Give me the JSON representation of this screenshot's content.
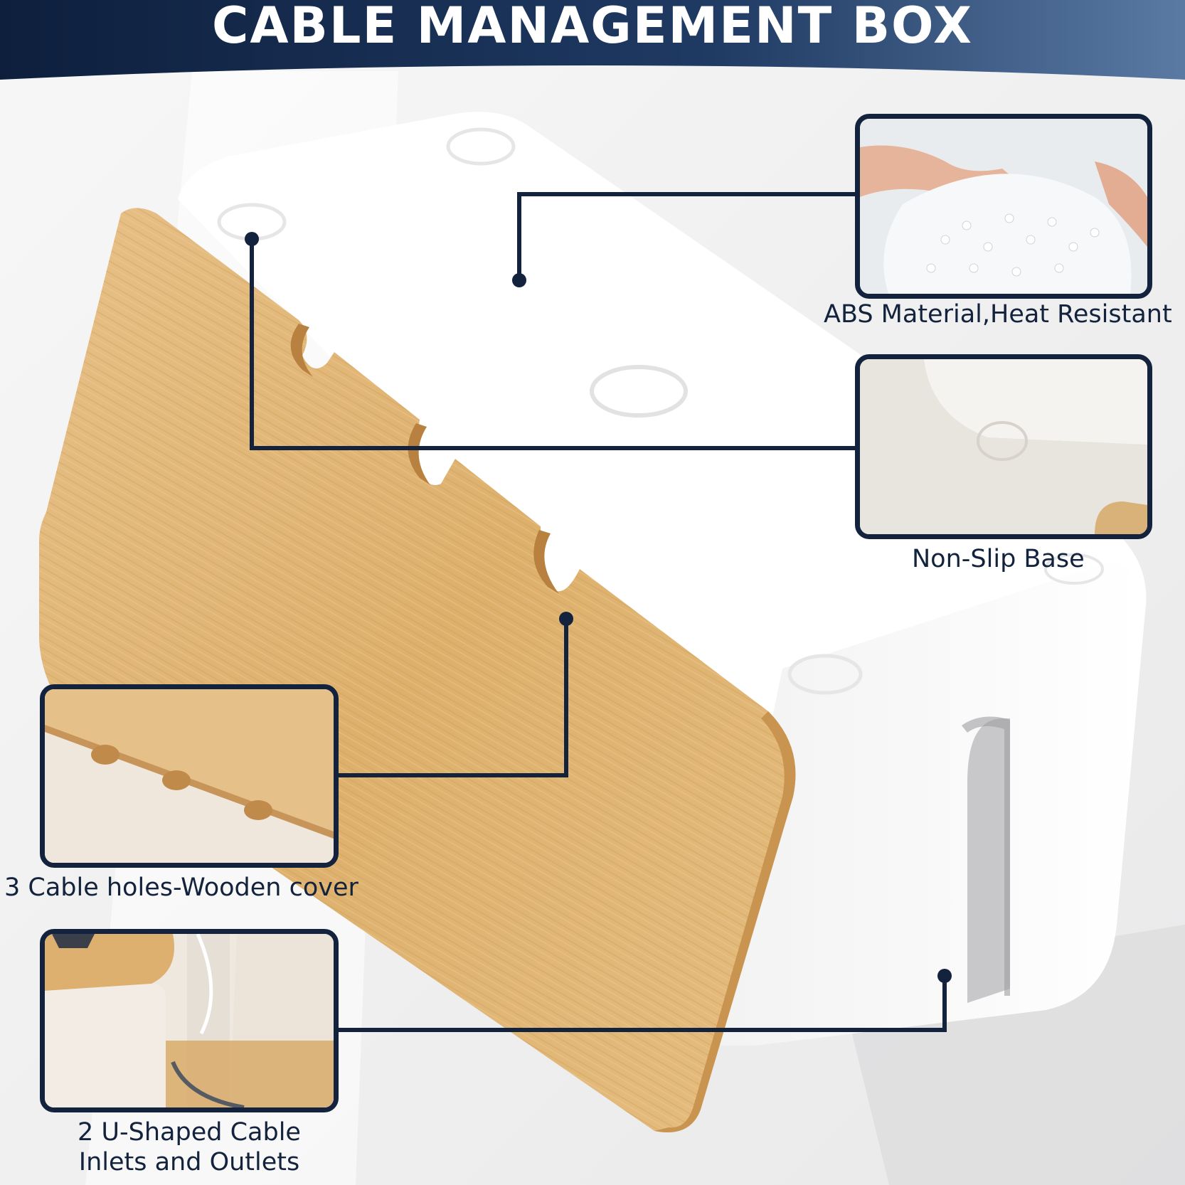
{
  "header": {
    "title": "CABLE MANAGEMENT BOX",
    "gradient_start": "#0e1f3d",
    "gradient_end": "#5a7aa3"
  },
  "features": [
    {
      "caption": "ABS Material,Heat Resistant",
      "icon": "abs-pellets-photo"
    },
    {
      "caption": "Non-Slip Base",
      "icon": "non-slip-base-photo"
    },
    {
      "caption": "3 Cable holes-Wooden cover",
      "icon": "cable-holes-photo"
    },
    {
      "caption_line1": "2 U-Shaped Cable",
      "caption_line2": "Inlets and Outlets",
      "icon": "u-shaped-inlet-photo"
    }
  ],
  "colors": {
    "navy": "#14233d",
    "bamboo": "#e2b877",
    "white_box": "#ffffff"
  }
}
